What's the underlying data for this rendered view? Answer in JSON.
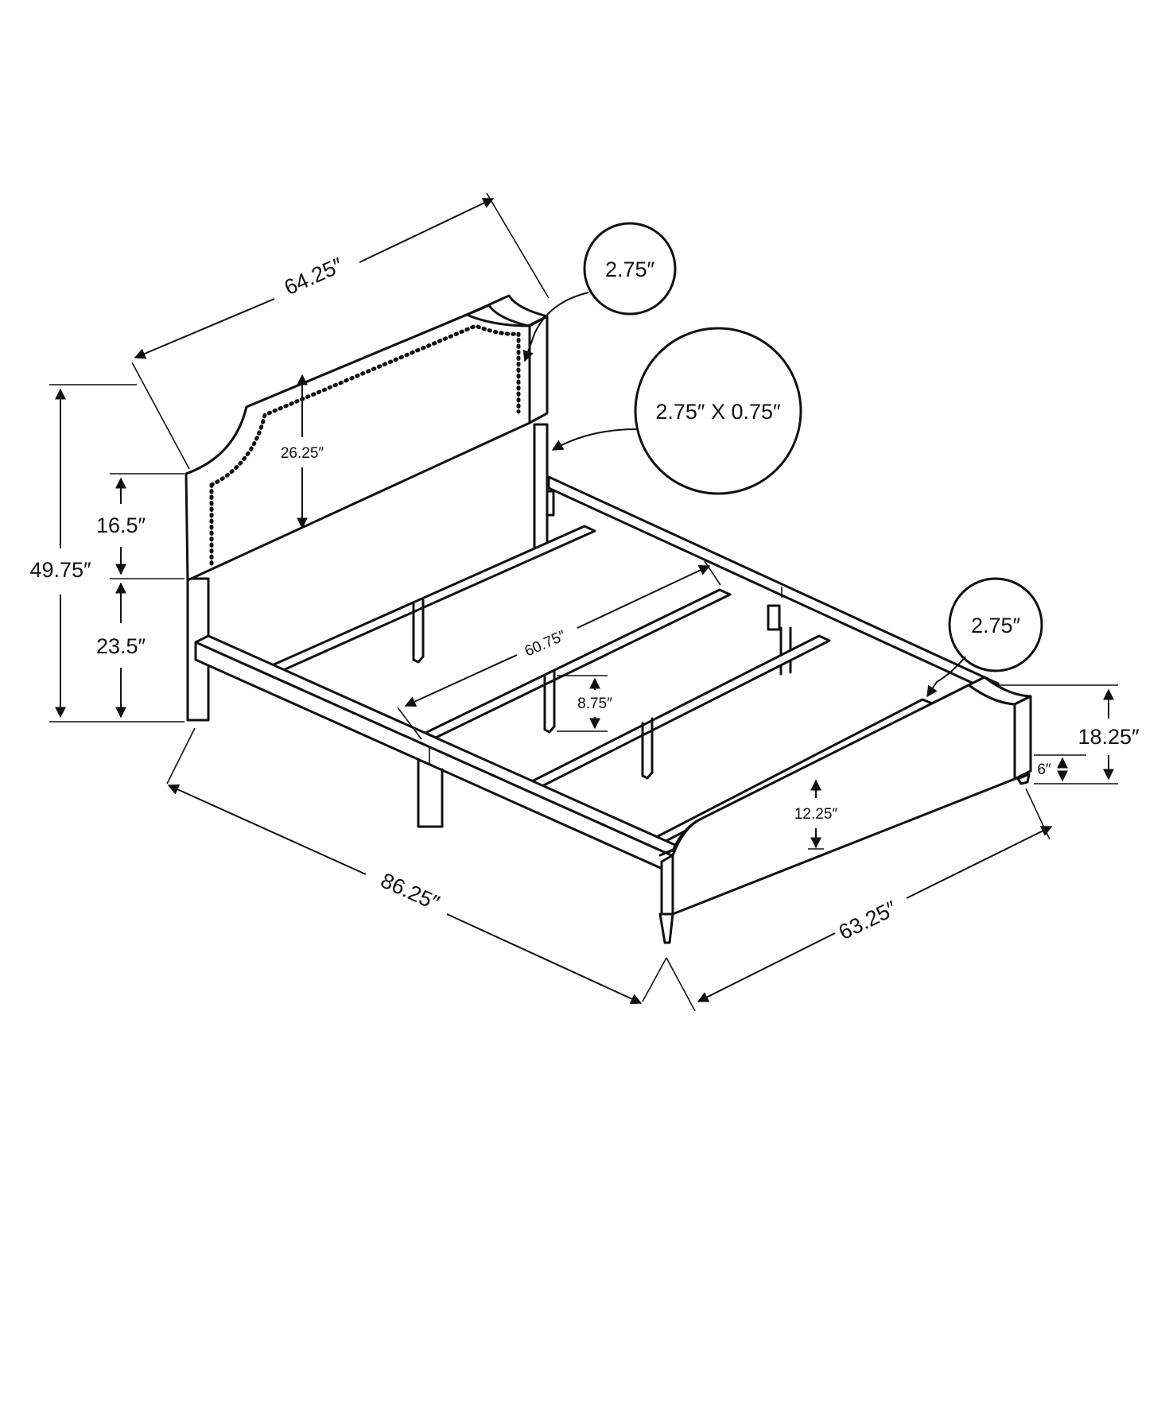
{
  "labels": {
    "headboard_width": "64.25″",
    "headboard_panel_thickness": "2.75″",
    "leg_size": "2.75″ X 0.75″",
    "headboard_panel_height": "26.25″",
    "headboard_upper_height": "16.5″",
    "total_height": "49.75″",
    "headboard_lower_height": "23.5″",
    "slat_length": "60.75″",
    "center_leg_height": "8.75″",
    "footboard_thickness": "2.75″",
    "footboard_height": "18.25″",
    "foot_leg_height": "6″",
    "footboard_panel_height": "12.25″",
    "total_length": "86.25″",
    "total_width": "63.25″"
  },
  "colors": {
    "line": "#111111",
    "background": "#ffffff"
  }
}
